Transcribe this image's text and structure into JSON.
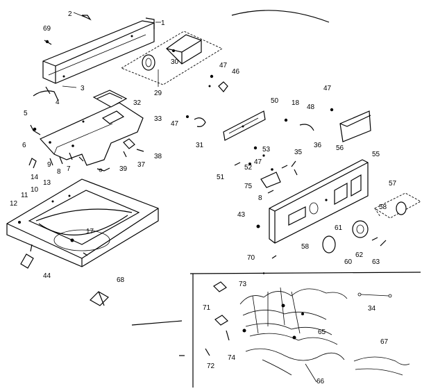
{
  "diagram": {
    "callouts": [
      "1",
      "2",
      "3",
      "4",
      "5",
      "6",
      "7",
      "8",
      "9",
      "10",
      "11",
      "12",
      "13",
      "14",
      "17",
      "18",
      "29",
      "30",
      "31",
      "32",
      "33",
      "34",
      "35",
      "36",
      "37",
      "38",
      "39",
      "43",
      "44",
      "46",
      "47",
      "47",
      "47",
      "47",
      "48",
      "50",
      "51",
      "52",
      "53",
      "55",
      "56",
      "57",
      "58",
      "58",
      "60",
      "61",
      "62",
      "63",
      "65",
      "66",
      "67",
      "68",
      "69",
      "70",
      "71",
      "72",
      "73",
      "74",
      "75",
      "8"
    ]
  }
}
